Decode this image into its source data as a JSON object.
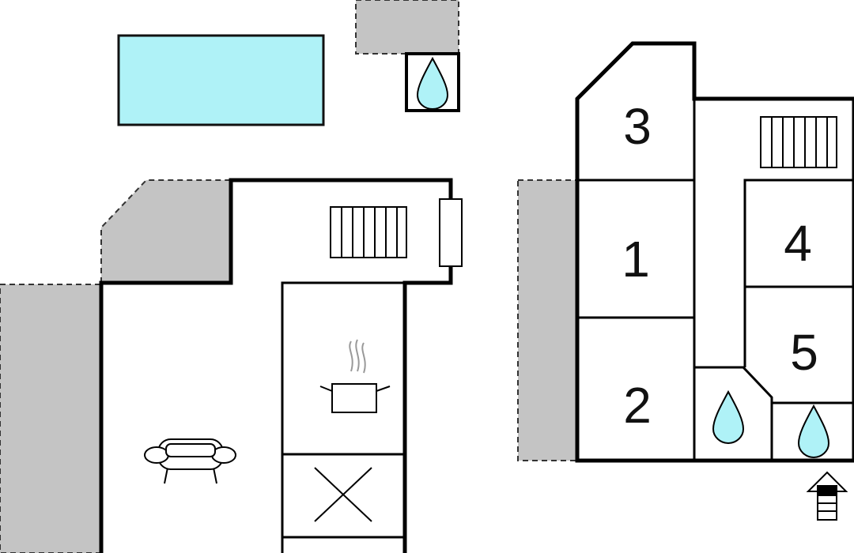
{
  "colors": {
    "terrace": "#c4c4c4",
    "pool": "#aff2f7",
    "water": "#aff2f7",
    "wall": "#000000",
    "background": "#ffffff"
  },
  "rooms": [
    {
      "id": "room-3",
      "label": "3"
    },
    {
      "id": "room-1",
      "label": "1"
    },
    {
      "id": "room-2",
      "label": "2"
    },
    {
      "id": "room-4",
      "label": "4"
    },
    {
      "id": "room-5",
      "label": "5"
    }
  ],
  "icons": [
    "pool",
    "shower",
    "stairs",
    "cooktop-pot",
    "sofa",
    "table-cross",
    "entrance-arrow"
  ]
}
